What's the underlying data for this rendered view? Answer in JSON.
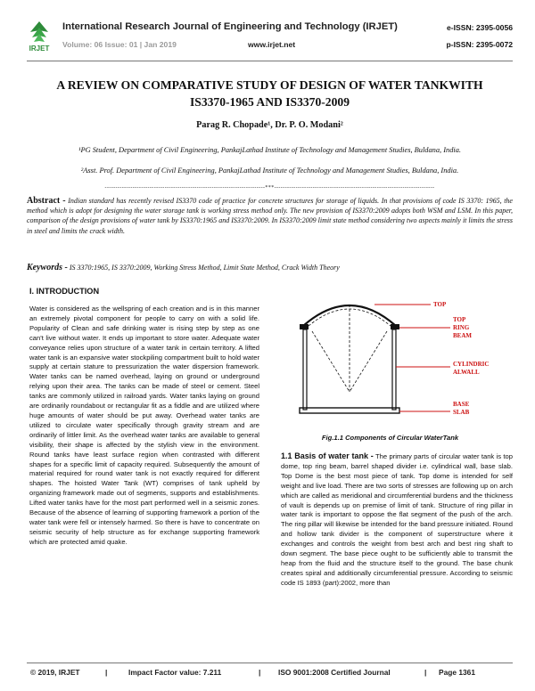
{
  "header": {
    "logo_text": "IRJET",
    "journal_title": "International Research Journal of Engineering and Technology (IRJET)",
    "volume": "Volume: 06 Issue: 01 | Jan 2019",
    "website": "www.irjet.net",
    "eissn": "e-ISSN: 2395-0056",
    "pissn": "p-ISSN: 2395-0072"
  },
  "paper": {
    "title_line1": "A REVIEW ON COMPARATIVE STUDY OF DESIGN OF WATER TANKWITH",
    "title_line2": "IS3370-1965 AND IS3370-2009",
    "authors": "Parag R. Chopade¹, Dr. P. O. Modani²",
    "affiliation1": "¹PG Student, Department of Civil Engineering, PankajLathad Institute of Technology and Management Studies, Buldana, India.",
    "affiliation2": "²Asst. Prof. Department of Civil Engineering, PankajLathad Institute of Technology and Management Studies, Buldana, India.",
    "separator": "---------------------------------------------------------------------------***---------------------------------------------------------------------------",
    "abstract_label": "Abstract -",
    "abstract_text": " Indian standard has recently revised IS3370 code of practice for concrete structures for storage of liquids. In that provisions of code IS 3370: 1965, the method which is adopt for designing the water storage tank is working stress method only. The new provision of IS3370:2009 adopts both WSM and LSM. In this paper, comparison of the design provisions of water tank by IS3370:1965 and IS3370:2009. In IS3370:2009 limit state method considering two aspects mainly it limits the stress in steel and limits the crack width.",
    "keywords_label": "Keywords -",
    "keywords_text": " IS 3370:1965, IS 3370:2009, Working Stress Method, Limit State Method, Crack Width Theory"
  },
  "intro": {
    "heading": "I. INTRODUCTION",
    "text": "Water is considered as the wellspring of each creation and is in this manner an extremely pivotal component for people to carry on with a solid life. Popularity of Clean and safe drinking water is rising step by step as one can't live without water. It ends up important to store water. Adequate water conveyance relies upon structure of a water tank in certain territory. A lifted water tank is an expansive water stockpiling compartment built to hold water supply at certain stature to pressurization the water dispersion framework. Water tanks can be named overhead, laying on ground or underground relying upon their area. The tanks can be made of steel or cement. Steel tanks are commonly utilized in railroad yards. Water tanks laying on ground are ordinarily roundabout or rectangular fit as a fiddle and are utilized where huge amounts of water should be put away. Overhead water tanks are utilized to circulate water specifically through gravity stream and are ordinarily of littler limit. As the overhead water tanks are available to general visibility, their shape is affected by the stylish view in the environment. Round tanks have least surface region when contrasted with different shapes for a specific limit of capacity required. Subsequently the amount of material required for round water tank is not exactly required for different shapes. The hoisted Water Tank (WT) comprises of tank upheld by organizing framework made out of segments, supports and establishments. Lifted water tanks have for the most part performed well in a seismic zones. Because of the absence of learning of supporting framework a portion of the water tank were fell or intensely harmed. So there is have to concentrate on seismic security of help structure as for exchange supporting framework which are protected amid quake."
  },
  "figure": {
    "labels": {
      "top": "TOP",
      "ring_beam_1": "TOP",
      "ring_beam_2": "RING",
      "ring_beam_3": "BEAM",
      "wall_1": "CYLINDRIC",
      "wall_2": "ALWALL",
      "slab_1": "BASE",
      "slab_2": "SLAB"
    },
    "caption": "Fig.1.1 Components of Circular WaterTank"
  },
  "section_1_1": {
    "heading": "1.1 Basis of water tank -",
    "text": " The primary parts of circular water tank is top dome, top ring beam, barrel shaped divider i.e. cylindrical wall, base slab. Top Dome is the best most piece of tank. Top dome is intended for self weight and live load. There are two sorts of stresses are following up on arch which are called as meridional and circumferential burdens and the thickness of vault is depends up on premise of limit of tank. Structure of ring pillar in water tank is important to oppose the flat segment of the push of the arch. The ring pillar will likewise be intended for the band pressure initiated. Round and hollow tank divider is the component of superstructure where it exchanges and controls the weight from best arch and best ring shaft to down segment. The base piece ought to be sufficiently able to transmit the heap from the fluid and the structure itself to the ground. The base chunk creates spiral and additionally circumferential pressure. According to seismic code IS 1893 (part):2002, more than"
  },
  "footer": {
    "copyright": "© 2019, IRJET",
    "sep1": "|",
    "impact": "Impact Factor value: 7.211",
    "sep2": "|",
    "iso": "ISO 9001:2008 Certified Journal",
    "sep3": "|",
    "page": "Page 1361"
  },
  "colors": {
    "logo_green": "#2e8b3a",
    "text": "#111111",
    "volume_gray": "#9a9a9a",
    "label_red": "#cc1111"
  }
}
